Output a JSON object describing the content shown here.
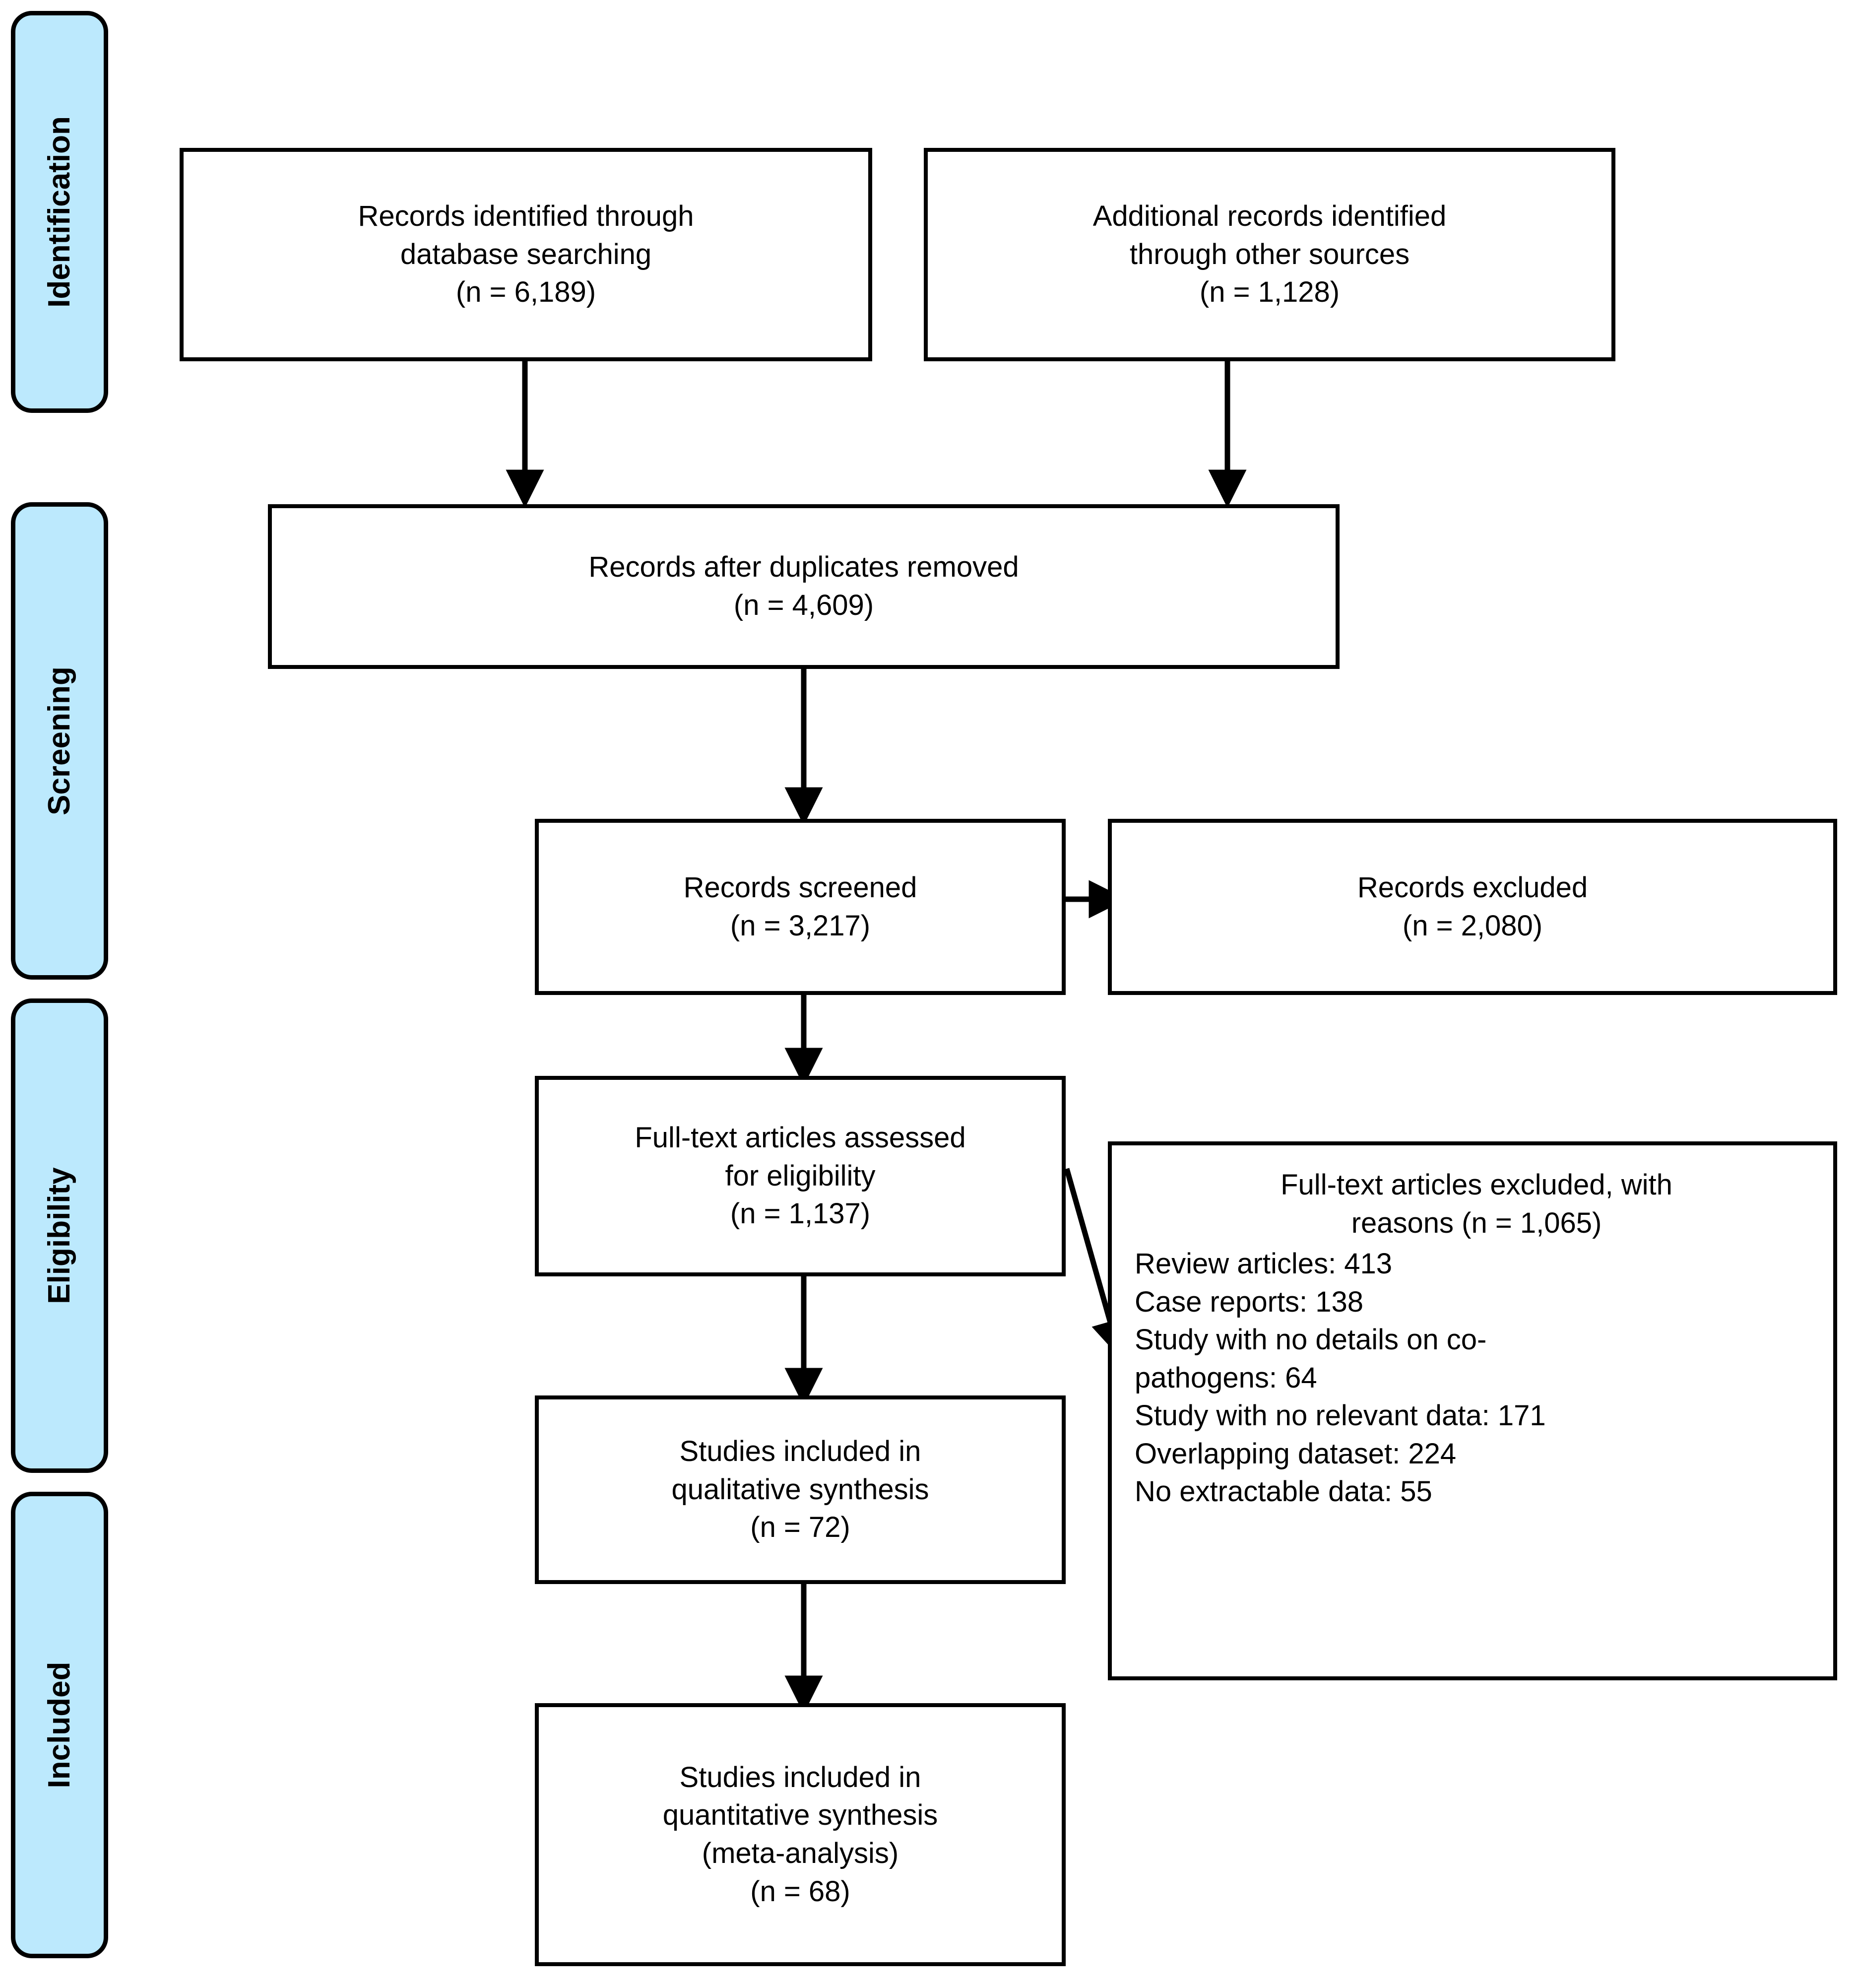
{
  "diagram": {
    "type": "prisma-flow-diagram",
    "accent_color": "#bce9fd",
    "line_color": "#000000",
    "background": "#ffffff"
  },
  "stages": [
    {
      "id": "identification",
      "label": "Identification"
    },
    {
      "id": "screening",
      "label": "Screening"
    },
    {
      "id": "eligibility",
      "label": "Eligibility"
    },
    {
      "id": "included",
      "label": "Included"
    }
  ],
  "boxes": {
    "database_records": {
      "lines": [
        "Records identified through",
        "database searching",
        "(n = 6,189)"
      ]
    },
    "other_records": {
      "lines": [
        "Additional records identified",
        "through other sources",
        "(n = 1,128)"
      ]
    },
    "duplicates_removed": {
      "lines": [
        "Records after duplicates removed",
        "(n = 4,609)"
      ]
    },
    "records_screened": {
      "lines": [
        "Records screened",
        "(n = 3,217)"
      ]
    },
    "records_excluded": {
      "lines": [
        "Records excluded",
        "(n = 2,080)"
      ]
    },
    "fulltext_assessed": {
      "lines": [
        "Full-text articles assessed",
        "for eligibility",
        "(n = 1,137)"
      ]
    },
    "fulltext_excluded": {
      "header_lines": [
        "Full-text articles excluded, with",
        "reasons (n = 1,065)"
      ],
      "reasons": [
        "Review articles: 413",
        "Case reports: 138",
        "Study with no details on co-",
        "pathogens: 64",
        "Study with no relevant data: 171",
        "Overlapping dataset: 224",
        "No extractable data: 55"
      ]
    },
    "qualitative_synthesis": {
      "lines": [
        "Studies included in",
        "qualitative synthesis",
        "(n = 72)"
      ]
    },
    "quantitative_synthesis": {
      "lines": [
        "Studies included in",
        "quantitative synthesis",
        "(meta-analysis)",
        "(n = 68)"
      ]
    }
  },
  "chart_data": {
    "type": "diagram",
    "title": "PRISMA flow diagram",
    "nodes": [
      {
        "id": "database_records",
        "stage": "Identification",
        "label": "Records identified through database searching",
        "n": 6189
      },
      {
        "id": "other_records",
        "stage": "Identification",
        "label": "Additional records identified through other sources",
        "n": 1128
      },
      {
        "id": "duplicates_removed",
        "stage": "Screening",
        "label": "Records after duplicates removed",
        "n": 4609
      },
      {
        "id": "records_screened",
        "stage": "Screening",
        "label": "Records screened",
        "n": 3217
      },
      {
        "id": "records_excluded",
        "stage": "Screening",
        "label": "Records excluded",
        "n": 2080
      },
      {
        "id": "fulltext_assessed",
        "stage": "Eligibility",
        "label": "Full-text articles assessed for eligibility",
        "n": 1137
      },
      {
        "id": "fulltext_excluded",
        "stage": "Eligibility",
        "label": "Full-text articles excluded, with reasons",
        "n": 1065
      },
      {
        "id": "qualitative_synthesis",
        "stage": "Included",
        "label": "Studies included in qualitative synthesis",
        "n": 72
      },
      {
        "id": "quantitative_synthesis",
        "stage": "Included",
        "label": "Studies included in quantitative synthesis (meta-analysis)",
        "n": 68
      }
    ],
    "edges": [
      {
        "from": "database_records",
        "to": "duplicates_removed"
      },
      {
        "from": "other_records",
        "to": "duplicates_removed"
      },
      {
        "from": "duplicates_removed",
        "to": "records_screened"
      },
      {
        "from": "records_screened",
        "to": "records_excluded"
      },
      {
        "from": "records_screened",
        "to": "fulltext_assessed"
      },
      {
        "from": "fulltext_assessed",
        "to": "fulltext_excluded"
      },
      {
        "from": "fulltext_assessed",
        "to": "qualitative_synthesis"
      },
      {
        "from": "qualitative_synthesis",
        "to": "quantitative_synthesis"
      }
    ],
    "exclusion_reasons": [
      {
        "reason": "Review articles",
        "n": 413
      },
      {
        "reason": "Case reports",
        "n": 138
      },
      {
        "reason": "Study with no details on co-pathogens",
        "n": 64
      },
      {
        "reason": "Study with no relevant data",
        "n": 171
      },
      {
        "reason": "Overlapping dataset",
        "n": 224
      },
      {
        "reason": "No extractable data",
        "n": 55
      }
    ]
  }
}
